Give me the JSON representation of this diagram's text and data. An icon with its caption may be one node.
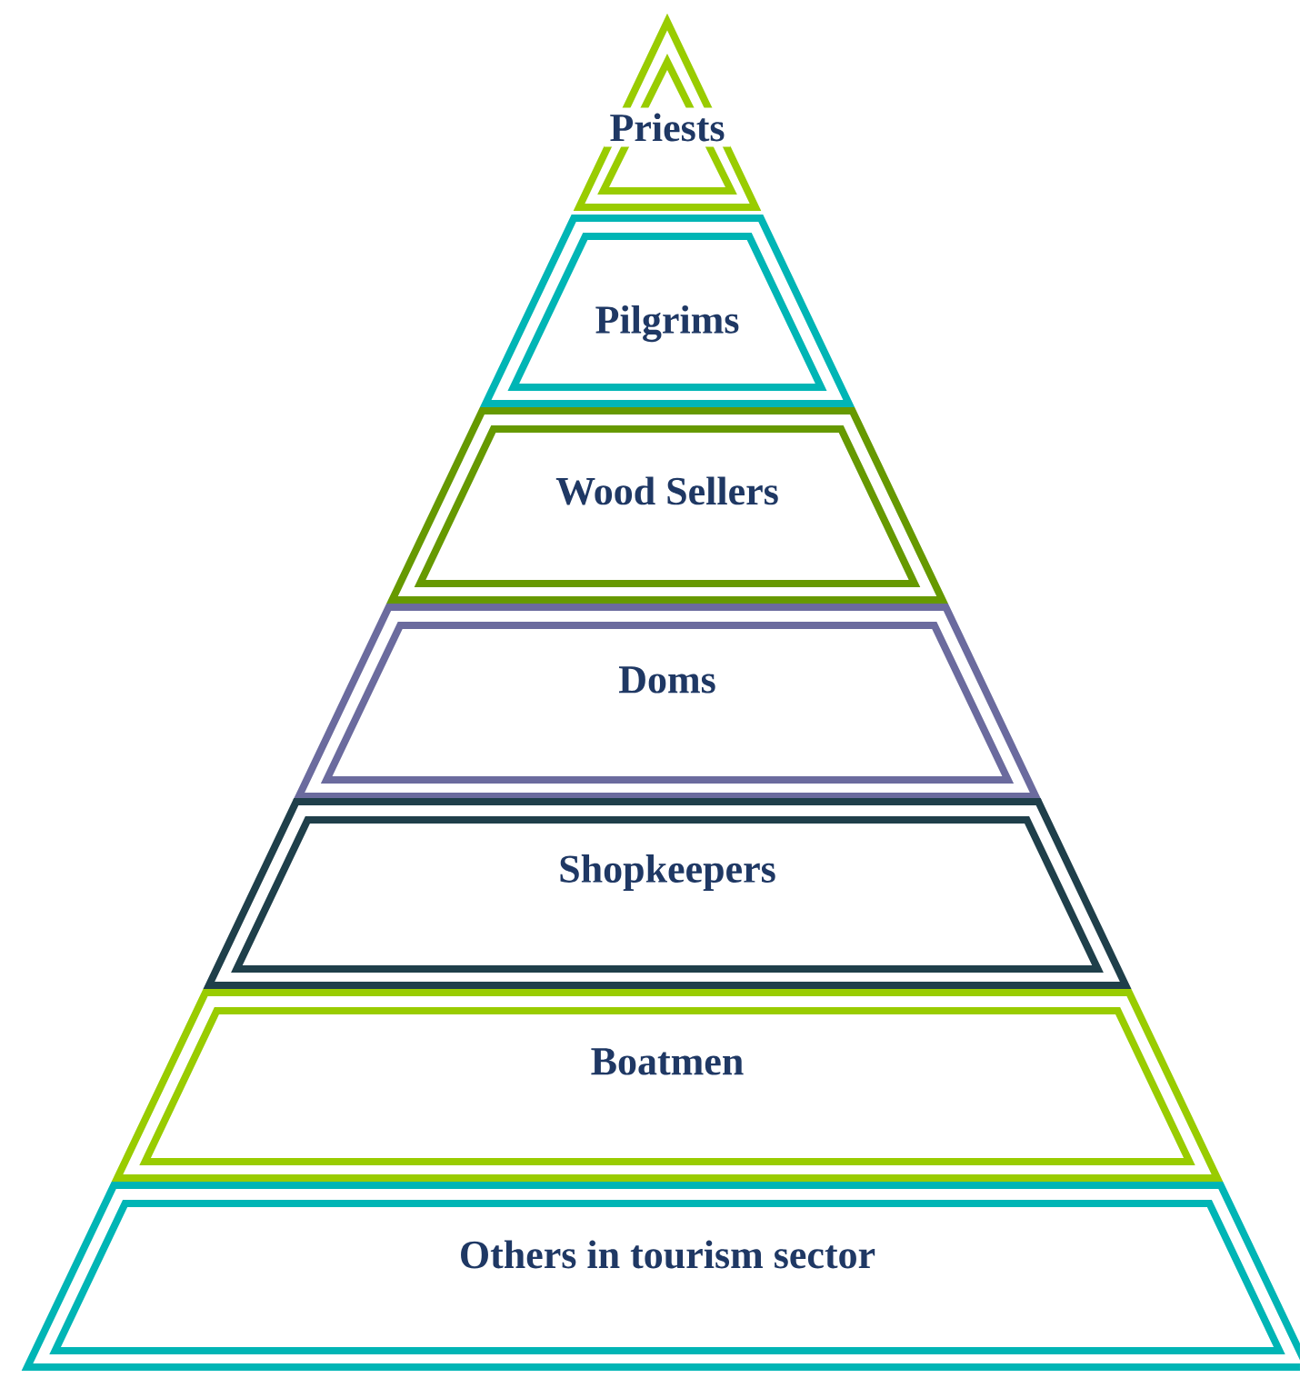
{
  "diagram": {
    "nodes": [
      {
        "text": [
          "Priests"
        ]
      },
      {
        "text": [
          "Pilgrims"
        ]
      },
      {
        "text": [
          "Wood Sellers"
        ]
      },
      {
        "text": [
          "Doms"
        ]
      },
      {
        "text": [
          "Shopkeepers"
        ]
      },
      {
        "text": [
          "Boatmen"
        ]
      },
      {
        "text": [
          "Others in tourism sector"
        ]
      }
    ]
  }
}
